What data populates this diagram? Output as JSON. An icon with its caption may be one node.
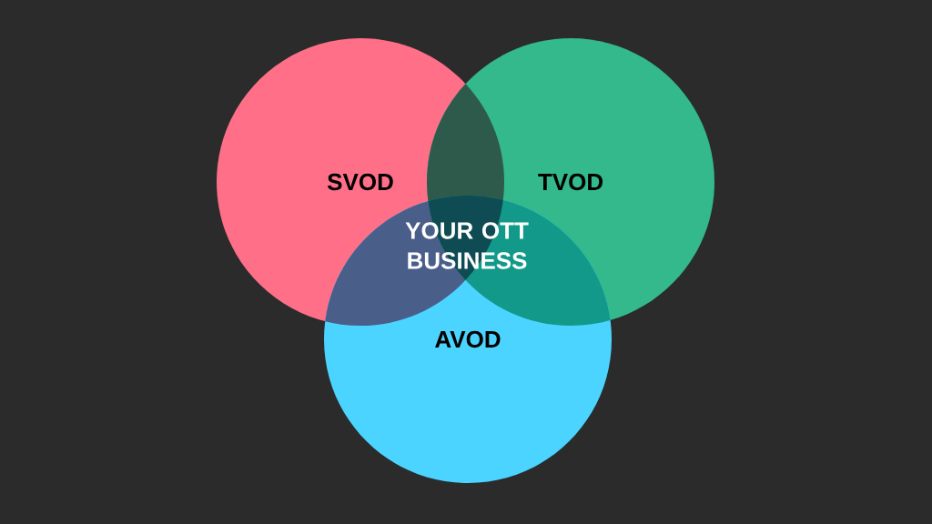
{
  "diagram": {
    "nodes": [
      {
        "text": [
          "SVOD"
        ]
      },
      {
        "text": [
          "TVOD"
        ]
      },
      {
        "text": [
          "AVOD"
        ]
      }
    ],
    "labels": [
      "YOUR OTT BUSINESS"
    ]
  }
}
